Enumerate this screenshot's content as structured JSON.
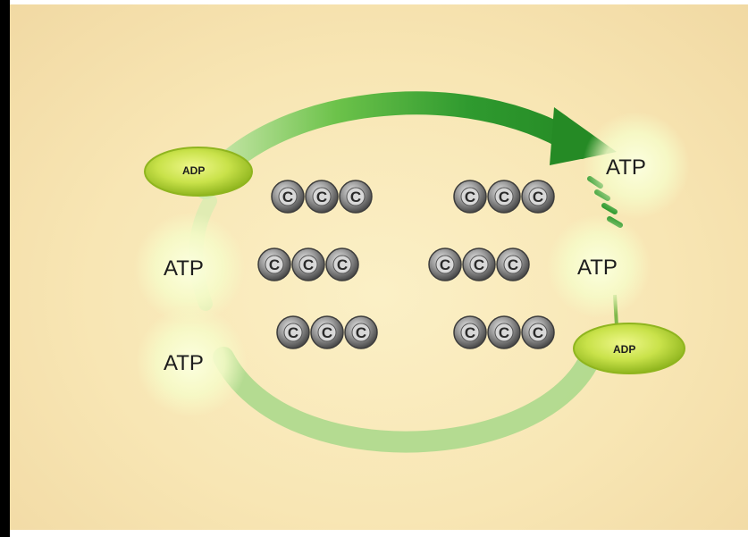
{
  "diagram": {
    "molecules": {
      "carbon_symbol": "C",
      "rows_left": [
        3,
        3,
        3
      ],
      "rows_right": [
        3,
        3,
        3
      ]
    },
    "labels": {
      "atp_top_right": "ATP",
      "atp_mid_left": "ATP",
      "atp_mid_right": "ATP",
      "atp_bottom_left": "ATP",
      "adp_top_left": "ADP",
      "adp_bottom_right": "ADP"
    },
    "colors": {
      "background": "#f8e6b4",
      "arrow_dark": "#2f9a2f",
      "arrow_light": "#a8d88a",
      "adp_fill": "#c9e24a",
      "atp_glow": "#fbffd0",
      "carbon_sphere": "#8a8a8a"
    }
  }
}
